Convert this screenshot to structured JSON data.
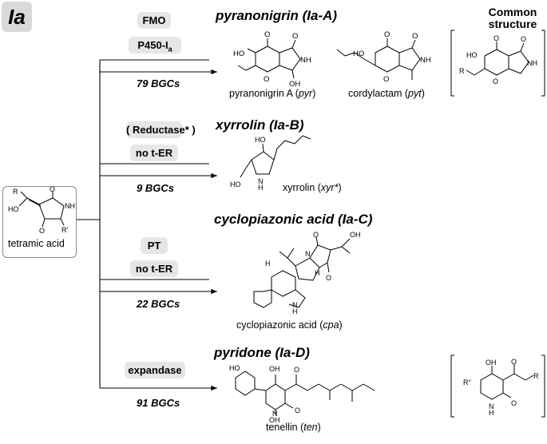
{
  "panel": {
    "label": "Ia"
  },
  "start": {
    "compound_name": "tetramic acid"
  },
  "common_structure": {
    "line1": "Common",
    "line2": "structure"
  },
  "branches": [
    {
      "title": "pyranonigrin (Ia-A)",
      "enzymes": [
        "FMO",
        "P450-I",
        "a"
      ],
      "bgc_count": "79 BGCs",
      "compounds": [
        {
          "name": "pyranonigrin A (",
          "abbr": "pyr",
          "close": ")"
        },
        {
          "name": "cordylactam (",
          "abbr": "pyt",
          "close": ")"
        }
      ]
    },
    {
      "title": "xyrrolin (Ia-B)",
      "enzymes": [
        "Reductase*",
        "no t-ER"
      ],
      "bgc_count": "9 BGCs",
      "compounds": [
        {
          "name": "xyrrolin (",
          "abbr": "xyr*",
          "close": ")"
        }
      ]
    },
    {
      "title": "cyclopiazonic acid (Ia-C)",
      "enzymes": [
        "PT",
        "no t-ER"
      ],
      "bgc_count": "22 BGCs",
      "compounds": [
        {
          "name": "cyclopiazonic acid (",
          "abbr": "cpa",
          "close": ")"
        }
      ]
    },
    {
      "title": "pyridone (Ia-D)",
      "enzymes": [
        "expandase"
      ],
      "bgc_count": "91 BGCs",
      "compounds": [
        {
          "name": "tenellin (",
          "abbr": "ten",
          "close": ")"
        }
      ]
    }
  ],
  "atoms": {
    "R": "R",
    "Rp": "R'",
    "Rpp": "R''",
    "HO": "HO",
    "OH": "OH",
    "O": "O",
    "NH": "NH",
    "N": "N",
    "H": "H",
    "OHn": "OH",
    "N_OH": "OH"
  }
}
